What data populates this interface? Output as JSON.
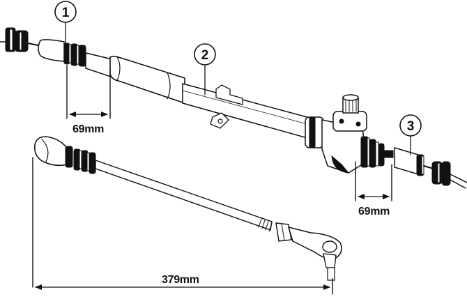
{
  "callouts": [
    {
      "number": "1",
      "part": "inner boot clamp (left)"
    },
    {
      "number": "2",
      "part": "steering rack housing"
    },
    {
      "number": "3",
      "part": "inner boot clamp (right)"
    }
  ],
  "dimensions": {
    "left_clamp": "69mm",
    "right_clamp": "69mm",
    "tie_rod_length": "379mm"
  }
}
